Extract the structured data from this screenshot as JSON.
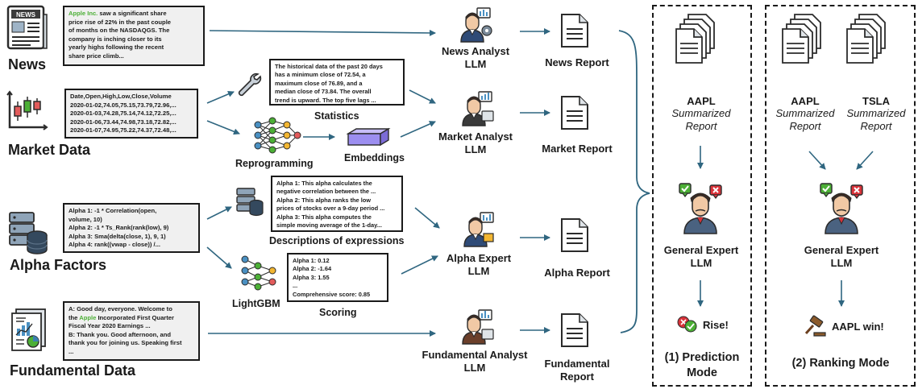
{
  "sources": {
    "news": {
      "label": "News"
    },
    "market": {
      "label": "Market Data"
    },
    "alpha": {
      "label": "Alpha Factors"
    },
    "fundamental": {
      "label": "Fundamental Data"
    }
  },
  "news_box": {
    "company": "Apple Inc.",
    "line1_rest": " saw a significant share",
    "line2": "price rise of 22% in the past couple",
    "line3": "of months on the NASDAQGS. The",
    "line4": "company is inching closer to its",
    "line5": "yearly highs following the recent",
    "line6": "share price climb..."
  },
  "market_box": {
    "lines": [
      "Date,Open,High,Low,Close,Volume",
      "2020-01-02,74.05,75.15,73.79,72.96,...",
      "2020-01-03,74.28,75.14,74.12,72.25,...",
      "2020-01-06,73.44,74.98,73.18,72.82,...",
      "2020-01-07,74.95,75.22,74.37,72.48,..."
    ]
  },
  "alpha_box": {
    "lines": [
      "Alpha 1: -1 * Correlation(open,",
      "volume, 10)",
      "Alpha 2: -1 * Ts_Rank(rank(low), 9)",
      "Alpha 3: Sma(delta(close, 1), 9, 1)",
      "Alpha 4: rank((vwap - close)) /..."
    ]
  },
  "fund_box": {
    "line1": "A: Good day, everyone. Welcome to",
    "line2_pre": "the ",
    "line2_company": "Apple",
    "line2_post": " Incorporated First Quarter",
    "line3": "Fiscal Year 2020 Earnings ...",
    "line4": "B: Thank you. Good afternoon, and",
    "line5": "thank you for joining us. Speaking first",
    "line6": "..."
  },
  "stats_box": {
    "lines": [
      "The historical data of the past 20 days",
      "has a minimum close of 72.54, a",
      "maximum close of 76.89, and a",
      "median close of 73.84. The overall",
      "trend is upward. The top five lags ..."
    ]
  },
  "desc_box": {
    "lines": [
      "Alpha 1: This alpha calculates the",
      "negative correlation between the ...",
      "Alpha 2: This alpha ranks the low",
      "prices of stocks over a 9-day period ...",
      "Alpha 3: This alpha computes the",
      "simple moving average of the 1-day..."
    ]
  },
  "score_box": {
    "lines": [
      "Alpha 1: 0.12",
      "Alpha 2: -1.64",
      "Alpha 3: 1.55",
      "...",
      "Comprehensive score: 0.85"
    ]
  },
  "middle_labels": {
    "statistics": "Statistics",
    "reprogramming": "Reprogramming",
    "embeddings": "Embeddings",
    "descriptions": "Descriptions of expressions",
    "lightgbm": "LightGBM",
    "scoring": "Scoring"
  },
  "llms": {
    "news": {
      "line1": "News Analyst",
      "line2": "LLM"
    },
    "market": {
      "line1": "Market Analyst",
      "line2": "LLM"
    },
    "alpha": {
      "line1": "Alpha Expert",
      "line2": "LLM"
    },
    "fundamental": {
      "line1": "Fundamental Analyst",
      "line2": "LLM"
    }
  },
  "reports": {
    "news": {
      "line1": "News Report"
    },
    "market": {
      "line1": "Market Report"
    },
    "alpha": {
      "line1": "Alpha Report"
    },
    "fundamental": {
      "line1": "Fundamental",
      "line2": "Report"
    }
  },
  "prediction_panel": {
    "ticker": "AAPL",
    "sub1": "Summarized",
    "sub2": "Report",
    "expert1": "General Expert",
    "expert2": "LLM",
    "result": "Rise!",
    "title1": "(1) Prediction",
    "title2": "Mode"
  },
  "ranking_panel": {
    "ticker1": "AAPL",
    "ticker2": "TSLA",
    "sub1": "Summarized",
    "sub2": "Report",
    "expert1": "General Expert",
    "expert2": "LLM",
    "result": "AAPL win!",
    "title": "(2) Ranking Mode"
  },
  "colors": {
    "arrow": "#2f6680",
    "green": "#4caf36",
    "red": "#d9333a",
    "yellow": "#f2b632",
    "purple": "#9c8ef0"
  },
  "icons": [
    "newspaper-icon",
    "candlestick-chart-icon",
    "database-icon",
    "document-chart-icon",
    "wrench-icon",
    "neural-network-icon",
    "embedding-block-icon",
    "analyst-icon",
    "document-icon",
    "expert-icon",
    "check-icon",
    "cross-icon",
    "gavel-icon"
  ]
}
